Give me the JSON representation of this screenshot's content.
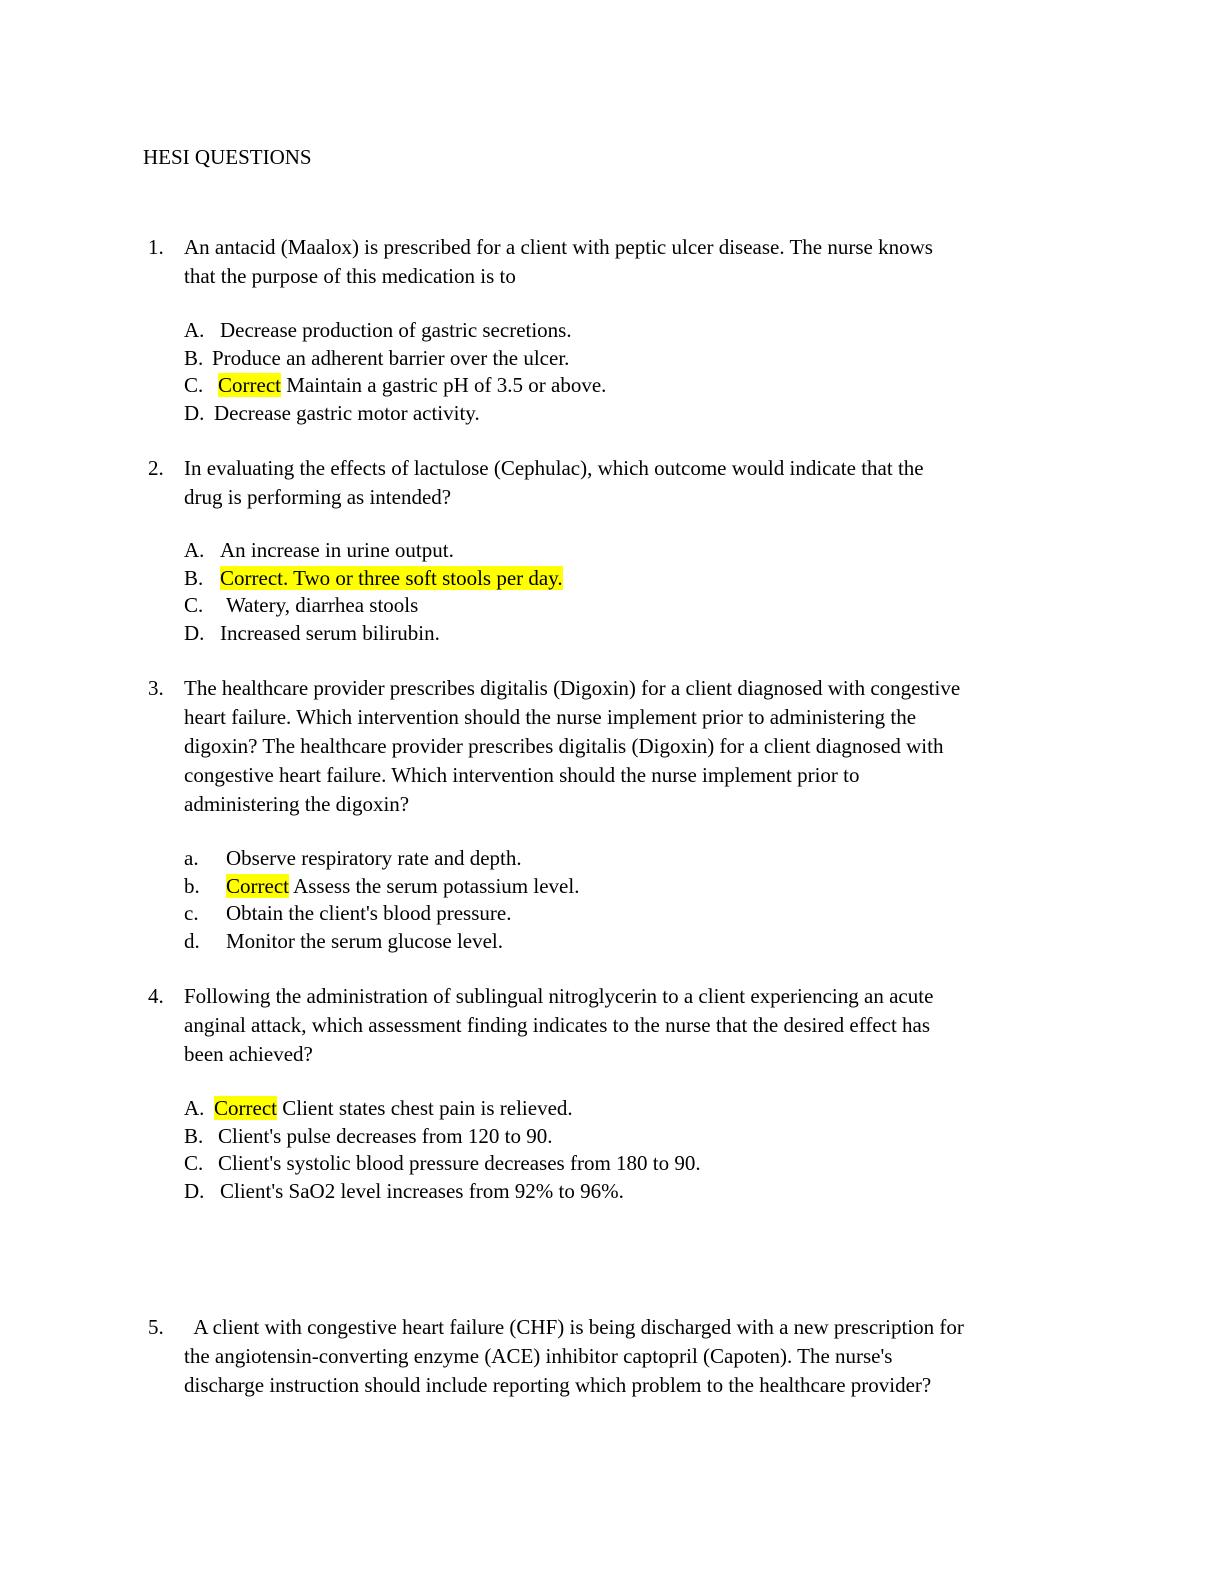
{
  "title": "HESI QUESTIONS",
  "highlight_color": "#ffff00",
  "questions": [
    {
      "number": "1.",
      "lines": [
        "An antacid (Maalox) is prescribed for a client with peptic ulcer disease. The nurse knows",
        "that the purpose of this medication is to"
      ],
      "options": [
        {
          "letter": "A.",
          "highlight": "",
          "text": "Decrease production of gastric secretions."
        },
        {
          "letter": "B.",
          "highlight": "",
          "text": "Produce an adherent barrier over the ulcer."
        },
        {
          "letter": "C.",
          "highlight": "Correct",
          "text": " Maintain a gastric pH of 3.5 or above."
        },
        {
          "letter": "D.",
          "highlight": "",
          "text": "Decrease gastric motor activity."
        }
      ]
    },
    {
      "number": "2.",
      "lines": [
        "In evaluating the effects of lactulose (Cephulac), which outcome would indicate that the",
        "drug is performing as intended?"
      ],
      "options": [
        {
          "letter": "A.",
          "highlight": "",
          "text": "An increase in urine output."
        },
        {
          "letter": "B.",
          "highlight": "Correct. Two or three soft stools per day.",
          "text": ""
        },
        {
          "letter": "C.",
          "highlight": "",
          "text": "Watery, diarrhea stools"
        },
        {
          "letter": "D.",
          "highlight": "",
          "text": "Increased serum bilirubin."
        }
      ]
    },
    {
      "number": "3.",
      "lines": [
        "The healthcare provider prescribes digitalis (Digoxin) for a client diagnosed with congestive",
        "heart failure. Which intervention should the nurse implement prior to administering the",
        "digoxin? The healthcare provider prescribes digitalis (Digoxin) for a client diagnosed with",
        "congestive heart failure. Which intervention should the nurse implement prior to",
        "administering the digoxin?"
      ],
      "options": [
        {
          "letter": "a.",
          "highlight": "",
          "text": "Observe respiratory rate and depth."
        },
        {
          "letter": "b.",
          "highlight": "Correct",
          "text": " Assess the serum potassium level."
        },
        {
          "letter": "c.",
          "highlight": "",
          "text": "Obtain the client's blood pressure."
        },
        {
          "letter": "d.",
          "highlight": "",
          "text": "Monitor the serum glucose level."
        }
      ]
    },
    {
      "number": "4.",
      "lines": [
        "Following the administration of sublingual nitroglycerin to a client experiencing an acute",
        "anginal attack, which assessment finding indicates to the nurse that the desired effect has",
        "been achieved?"
      ],
      "options": [
        {
          "letter": "A.",
          "highlight": "Correct",
          "text": " Client states chest pain is relieved."
        },
        {
          "letter": "B.",
          "highlight": "",
          "text": "Client's pulse decreases from 120 to 90."
        },
        {
          "letter": "C.",
          "highlight": "",
          "text": "Client's systolic blood pressure decreases from 180 to 90."
        },
        {
          "letter": "D.",
          "highlight": "",
          "text": "Client's SaO2 level increases from 92% to 96%."
        }
      ]
    },
    {
      "number": "5.",
      "lines": [
        "  A client with congestive heart failure (CHF) is being discharged with a new prescription for",
        "the angiotensin-converting enzyme (ACE) inhibitor captopril (Capoten). The nurse's",
        "discharge instruction should include reporting which problem to the healthcare provider?"
      ],
      "options": []
    }
  ]
}
